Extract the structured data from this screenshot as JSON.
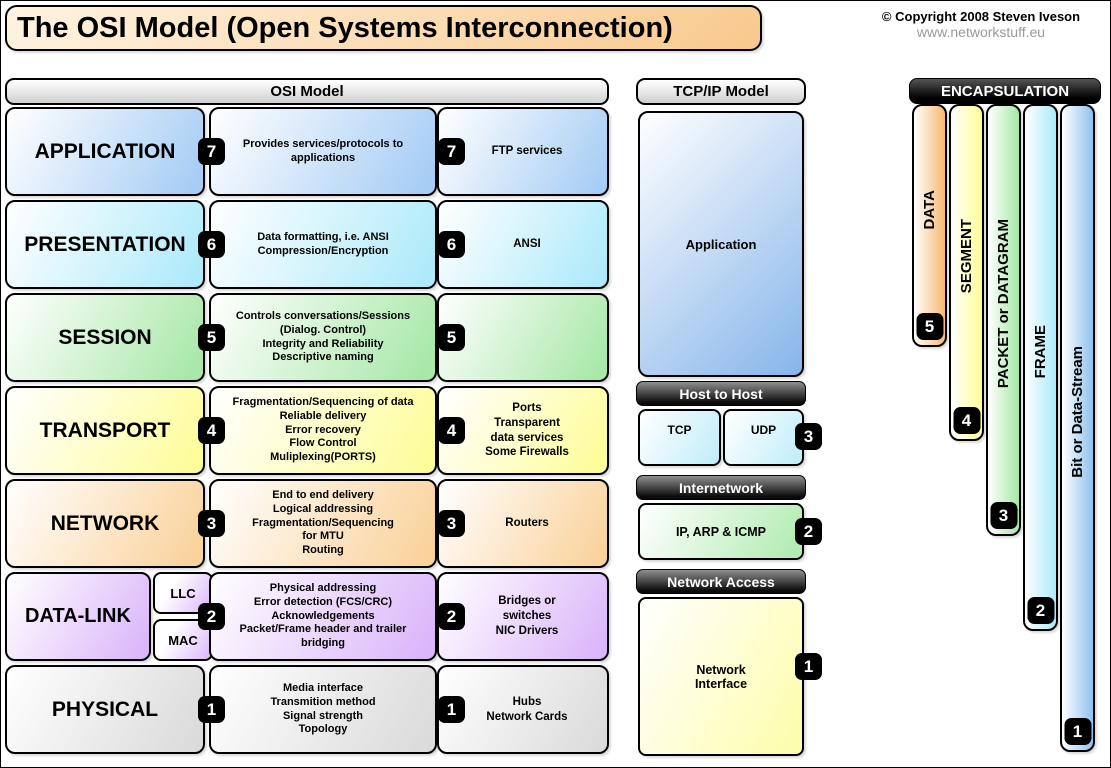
{
  "page": {
    "title": "The OSI Model (Open Systems Interconnection)",
    "title_color": "#f8c98e"
  },
  "copyright": {
    "line1": "© Copyright 2008 Steven Iveson",
    "line2": "www.networkstuff.eu"
  },
  "osi": {
    "header": "OSI Model",
    "layers": [
      {
        "name": "APPLICATION",
        "number": "7",
        "description": "Provides services/protocols to\napplications",
        "examples": "FTP services",
        "color": "#a6cdf5"
      },
      {
        "name": "PRESENTATION",
        "number": "6",
        "description": "Data formatting, i.e. ANSI\nCompression/Encryption",
        "examples": "ANSI",
        "color": "#aeeafa"
      },
      {
        "name": "SESSION",
        "number": "5",
        "description": "Controls conversations/Sessions\n(Dialog. Control)\nIntegrity and Reliability\nDescriptive naming",
        "examples": "",
        "color": "#a8e8a8"
      },
      {
        "name": "TRANSPORT",
        "number": "4",
        "description": "Fragmentation/Sequencing of data\nReliable delivery\nError recovery\nFlow Control\nMuliplexing(PORTS)",
        "examples": "Ports\nTransparent\ndata services\nSome Firewalls",
        "color": "#fdfd9a"
      },
      {
        "name": "NETWORK",
        "number": "3",
        "description": "End to end delivery\nLogical addressing\nFragmentation/Sequencing\nfor MTU\nRouting",
        "examples": "Routers",
        "color": "#fad29b"
      },
      {
        "name": "DATA-LINK",
        "number": "2",
        "description": "Physical addressing\nError detection (FCS/CRC)\nAcknowledgements\nPacket/Frame header and trailer\nbridging",
        "examples": "Bridges or\nswitches\nNIC Drivers",
        "color": "#dbb6fa",
        "sub_top": "LLC",
        "sub_bottom": "MAC"
      },
      {
        "name": "PHYSICAL",
        "number": "1",
        "description": "Media interface\nTransmition method\nSignal strength\nTopology",
        "examples": "Hubs\nNetwork Cards",
        "color": "#dbdbdb"
      }
    ]
  },
  "tcpip": {
    "header": "TCP/IP Model",
    "application": {
      "label": "Application",
      "color": "#86b5ea"
    },
    "host_to_host": {
      "title": "Host to Host",
      "tcp": "TCP",
      "udp": "UDP",
      "badge": "3",
      "color": "#c2eefa"
    },
    "internetwork": {
      "title": "Internetwork",
      "content": "IP, ARP & ICMP",
      "badge": "2",
      "color": "#b2ecb2"
    },
    "network_access": {
      "title": "Network Access",
      "content": "Network\nInterface",
      "badge": "1",
      "color": "#fdfdae"
    }
  },
  "encapsulation": {
    "header": "ENCAPSULATION",
    "bars": [
      {
        "label": "DATA",
        "number": "5",
        "color": "#f8b871"
      },
      {
        "label": "SEGMENT",
        "number": "4",
        "color": "#fdfd94"
      },
      {
        "label": "PACKET or DATAGRAM",
        "number": "3",
        "color": "#a4e8a4"
      },
      {
        "label": "FRAME",
        "number": "2",
        "color": "#aaeafa"
      },
      {
        "label": "Bit or Data-Stream",
        "number": "1",
        "color": "#8cc2f0"
      }
    ]
  }
}
